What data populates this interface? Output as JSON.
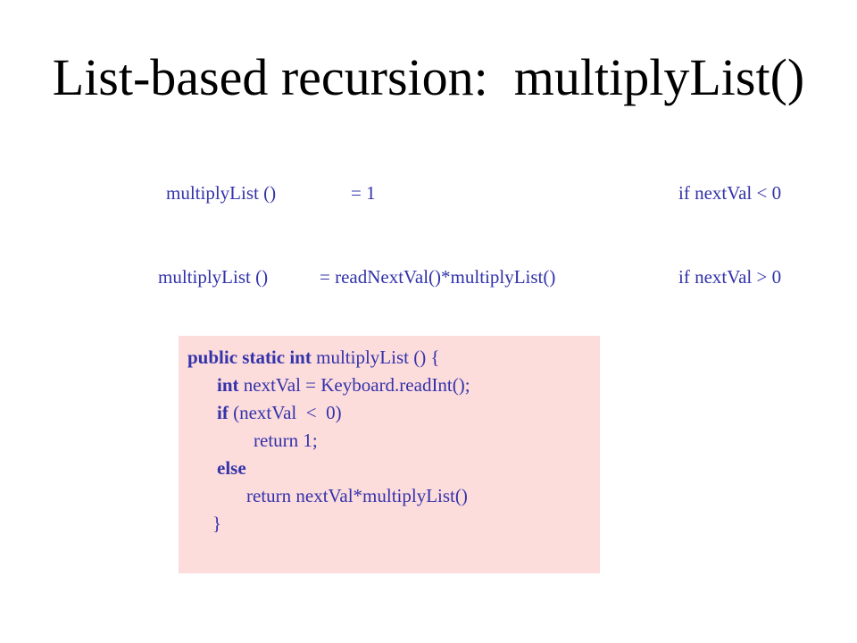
{
  "slide": {
    "title": "List-based recursion:  multiplyList()"
  },
  "definition": {
    "row1": {
      "lhs": "multiplyList ()",
      "rhs": "= 1",
      "condition": "if nextVal < 0"
    },
    "row2": {
      "lhs": "multiplyList ()",
      "rhs": "= readNextVal()*multiplyList()",
      "condition": "if nextVal > 0"
    }
  },
  "code": {
    "line1_kw": "public static int",
    "line1_rest": " multiplyList () {",
    "line2_kw": "int",
    "line2_rest": " nextVal = Keyboard.readInt();",
    "line3_kw": "if",
    "line3_rest": " (nextVal  <  0)",
    "line4": "return 1;",
    "line5_kw": "else",
    "line6": "return nextVal*multiplyList()",
    "line7": "}"
  },
  "colors": {
    "text_accent": "#3333aa",
    "code_background": "#fddcdc"
  }
}
